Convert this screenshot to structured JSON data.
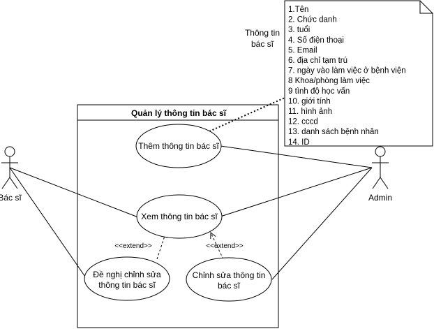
{
  "system": {
    "title": "Quản lý thông tin bác sĩ"
  },
  "actors": {
    "doctor": {
      "label": "Bác sĩ"
    },
    "admin": {
      "label": "Admin"
    }
  },
  "use_cases": {
    "add_doctor_info": {
      "label": "Thêm thông tin bác sĩ"
    },
    "view_doctor_info": {
      "label": "Xem thông tin bác sĩ"
    },
    "propose_edit": {
      "line1": "Đề nghị chỉnh sửa",
      "line2": "thông tin bác sĩ"
    },
    "edit_info": {
      "line1": "Chỉnh sửa thông tin",
      "line2": "bác sĩ"
    }
  },
  "relations": {
    "extend_left": "<<extend>>",
    "extend_right": "<<extend>>"
  },
  "note": {
    "caption_line1": "Thông tin",
    "caption_line2": "bác sĩ",
    "items": [
      "1.Tên",
      "2. Chức danh",
      "3. tuổi",
      "4. Số điện thoại",
      "5. Email",
      "6. địa chỉ tạm trú",
      "7. ngày vào làm việc ở bệnh viện",
      "8 Khoa/phòng làm việc",
      "9 tình độ học vấn",
      "10. giới tính",
      "11. hình ảnh",
      "12. cccd",
      "13. danh sách bệnh nhân",
      "14. ID"
    ]
  }
}
